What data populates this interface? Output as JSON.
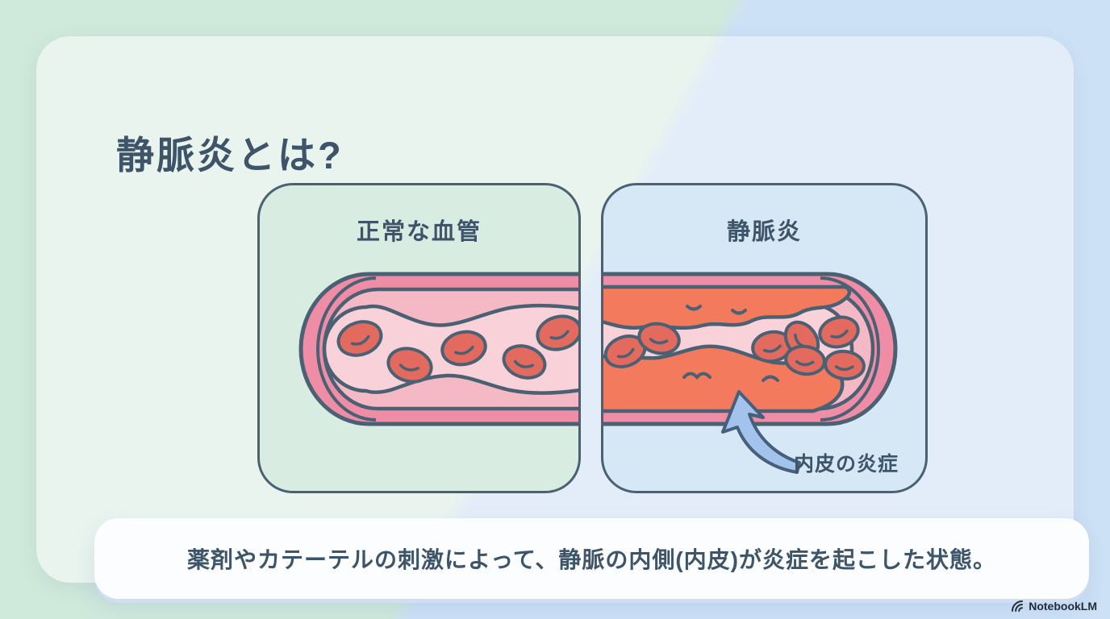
{
  "slide": {
    "title": "静脈炎とは?",
    "caption": "薬剤やカテーテルの刺激によって、静脈の内側(内皮)が炎症を起こした状態。",
    "watermark": "NotebookLM"
  },
  "panels": {
    "normal": {
      "label": "正常な血管"
    },
    "phlebitis": {
      "label": "静脈炎",
      "annotation": "内皮の炎症"
    }
  },
  "colors": {
    "bg-mint": "#cfe9db",
    "bg-blue": "#cde1f6",
    "card-mint": "#e9f4ee",
    "card-blue": "#e2edf9",
    "panel-normal": "#d9ece2",
    "panel-phlebitis": "#d6e7f6",
    "outline": "#4a6173",
    "title-text": "#3d5469",
    "vessel-wall": "#ef8da7",
    "vessel-strip": "#f5b9c6",
    "lumen": "#f8d1d9",
    "blood-cell": "#e26a5e",
    "inflamed": "#f37a5c",
    "arrow-fill": "#a3c3ec",
    "caption-bg": "#fbfdff",
    "caption-shadow": "#cfdef2",
    "watermark-text": "#232c38"
  }
}
